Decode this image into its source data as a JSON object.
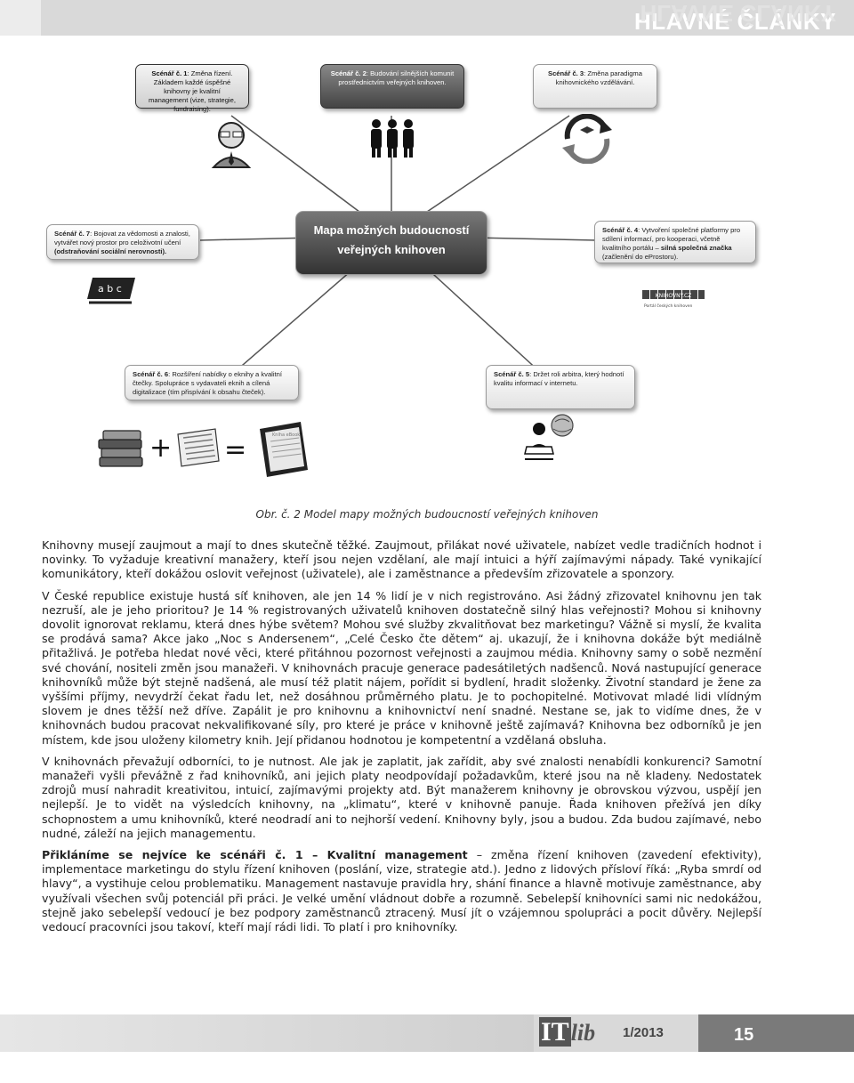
{
  "header": {
    "title": "HLAVNÉ ČLÁNKY"
  },
  "diagram": {
    "center": {
      "line1": "Mapa možných budoucností",
      "line2": "veřejných knihoven"
    },
    "s1": {
      "label": "Scénář č. 1",
      "text": ": Změna řízení. Základem každé úspěšné knihovny je kvalitní management (vize, strategie, fundraising)."
    },
    "s2": {
      "label": "Scénář č. 2",
      "text": ": Budování silnějších komunit prostřednictvím veřejných knihoven."
    },
    "s3": {
      "label": "Scénář č. 3",
      "text": ": Změna paradigma knihovnického vzdělávání."
    },
    "s4": {
      "label": "Scénář č. 4",
      "text1": ": Vytvoření společné platformy pro sdílení informací, pro kooperaci, včetně kvalitního portálu –",
      "bold": "silná společná značka",
      "text2": " (začlenění do eProstoru)."
    },
    "s5": {
      "label": "Scénář č. 5",
      "text": ": Držet roli arbitra, který hodnotí kvalitu informací v internetu."
    },
    "s6": {
      "label": "Scénář č. 6",
      "text": ": Rozšíření nabídky o eknihy a kvalitní čtečky. Spolupráce s vydavateli eknih a cílená digitalizace (tím přispívání k obsahu čteček)."
    },
    "s7": {
      "label": "Scénář č. 7",
      "text": ": Bojovat za vědomosti a znalosti, vytvářet nový prostor pro celoživotní učení",
      "bold": "(odstraňování sociální nerovnosti)."
    },
    "abc": "a b c",
    "kb_logo": "KNIHOVNY.CZ",
    "kb_sub": "Portál českých knihoven",
    "plus": "+",
    "equals": "=",
    "ereader_label": "Kniha eBook"
  },
  "caption": "Obr. č. 2  Model mapy možných budoucností veřejných knihoven",
  "paragraphs": [
    "Knihovny musejí zaujmout a mají to dnes skutečně těžké. Zaujmout, přilákat nové uživatele, nabízet vedle tradičních hodnot i novinky. To vyžaduje kreativní manažery, kteří jsou nejen vzdělaní, ale mají intuici a hýří zajímavými nápady. Také vynikající komunikátory, kteří dokážou oslovit veřejnost (uživatele), ale i zaměstnance a především zřizovatele a sponzory.",
    "V České republice existuje hustá síť knihoven, ale jen 14 % lidí je v nich registrováno. Asi žádný zřizovatel knihovnu jen tak nezruší, ale je jeho prioritou? Je 14 % registrovaných uživatelů knihoven dostatečně silný hlas veřejnosti? Mohou si knihovny dovolit ignorovat reklamu, která dnes hýbe světem? Mohou své služby zkvalitňovat bez marketingu? Vážně si myslí, že kvalita se prodává sama? Akce jako „Noc s Andersenem“, „Celé Česko čte dětem“ aj. ukazují, že i knihovna dokáže být mediálně přitažlivá. Je potřeba hledat nové věci, které přitáhnou pozornost veřejnosti a zaujmou média. Knihovny samy o sobě nezmění své chování, nositeli změn jsou manažeři. V knihovnách pracuje generace padesátiletých nadšenců. Nová nastupující generace knihovníků může být stejně nadšená, ale musí též platit nájem, pořídit si bydlení, hradit složenky. Životní standard je žene za vyššími příjmy, nevydrží čekat řadu let, než dosáhnou průměrného platu. Je to pochopitelné. Motivovat mladé lidi vlídným slovem je dnes těžší než dříve. Zapálit je pro knihovnu a knihovnictví není snadné. Nestane se, jak to vidíme dnes, že v knihovnách budou pracovat nekvalifikované síly, pro které je práce v knihovně ještě zajímavá? Knihovna bez odborníků je jen místem, kde jsou uloženy kilometry knih. Její přidanou hodnotou je kompetentní a vzdělaná obsluha.",
    "V knihovnách převažují odborníci, to je nutnost. Ale jak je zaplatit, jak zařídit, aby své znalosti nenabídli konkurenci? Samotní manažeři vyšli převážně z řad knihovníků, ani jejich platy neodpovídají požadavkům, které jsou na ně kladeny. Nedostatek zdrojů musí nahradit kreativitou, intuicí, zajímavými projekty atd. Být manažerem knihovny je obrovskou výzvou, uspějí jen nejlepší. Je to vidět na výsledcích knihovny, na „klimatu“, které v knihovně panuje. Řada knihoven přežívá jen díky schopnostem a umu knihovníků, které neodradí ani to nejhorší vedení. Knihovny byly, jsou a budou. Zda budou zajímavé, nebo nudné, záleží na jejich managementu."
  ],
  "p4": {
    "bold": "Přikláníme se nejvíce ke scénáři č. 1 – Kvalitní management",
    "text": " – změna řízení knihoven (zavedení efektivity), implementace marketingu do stylu řízení knihoven (poslání, vize, strategie atd.). Jedno z lidových přísloví říká: „Ryba smrdí od hlavy“, a vystihuje celou problematiku. Management nastavuje pravidla hry, shání finance a hlavně motivuje zaměstnance, aby využívali všechen svůj potenciál při práci. Je velké umění vládnout dobře a rozumně. Sebelepší knihovníci sami nic nedokážou, stejně jako sebelepší vedoucí je bez podpory zaměstnanců ztracený. Musí jít o vzájemnou spolupráci a pocit důvěry. Nejlepší vedoucí pracovníci jsou takoví, kteří mají rádi lidi. To platí i pro knihovníky."
  },
  "footer": {
    "logo_it": "IT",
    "logo_lib": "lib",
    "issue": "1/2013",
    "page": "15"
  }
}
